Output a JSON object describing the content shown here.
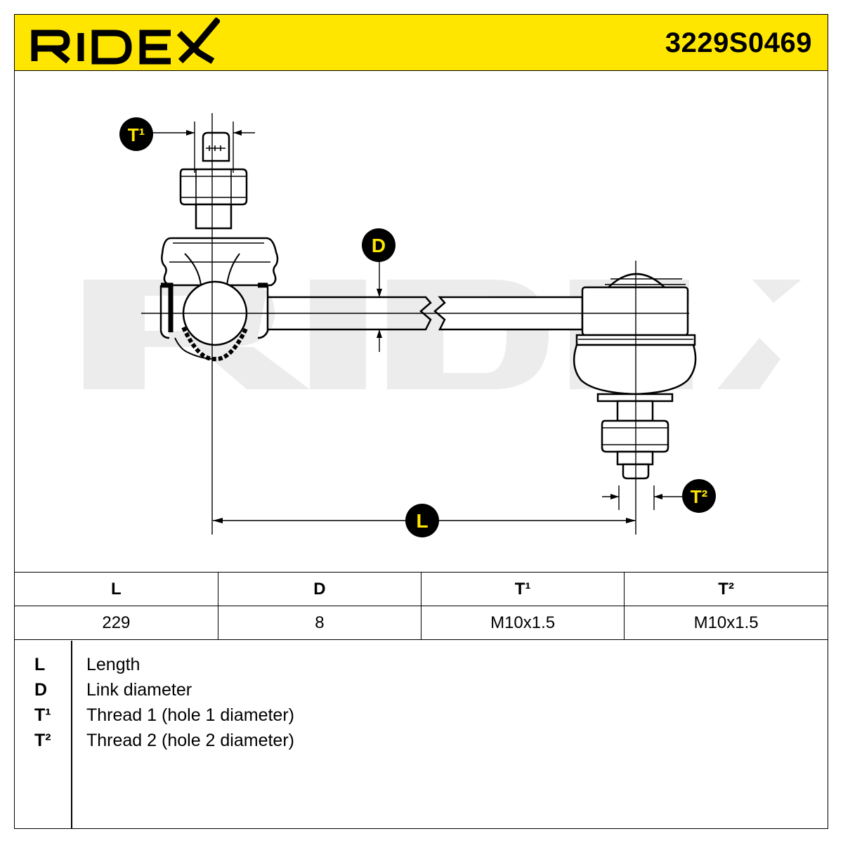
{
  "brand": {
    "logo_text": "RIDEX",
    "accent_color": "#ffe600"
  },
  "header": {
    "part_number": "3229S0469"
  },
  "drawing": {
    "labels": {
      "t1": "T¹",
      "t2": "T²",
      "d": "D",
      "l": "L"
    },
    "watermark_text": "RIDEX"
  },
  "spec_table": {
    "headers": [
      "L",
      "D",
      "T¹",
      "T²"
    ],
    "values": [
      "229",
      "8",
      "M10x1.5",
      "M10x1.5"
    ]
  },
  "legend": [
    {
      "key": "L",
      "text": "Length"
    },
    {
      "key": "D",
      "text": "Link diameter"
    },
    {
      "key": "T¹",
      "text": "Thread 1 (hole 1 diameter)"
    },
    {
      "key": "T²",
      "text": "Thread 2 (hole 2 diameter)"
    }
  ]
}
